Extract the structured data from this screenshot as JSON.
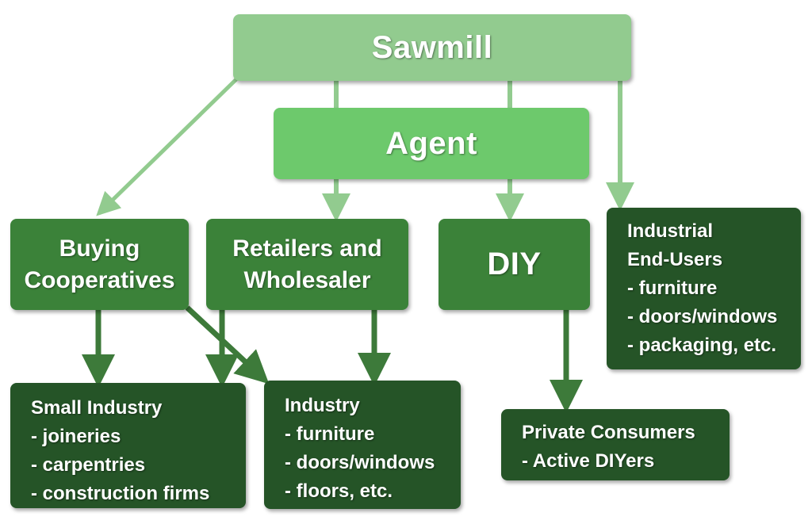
{
  "nodes": {
    "sawmill": {
      "title": "Sawmill"
    },
    "agent": {
      "title": "Agent"
    },
    "buying": {
      "line1": "Buying",
      "line2": "Cooperatives"
    },
    "retail": {
      "line1": "Retailers and",
      "line2": "Wholesaler"
    },
    "diy": {
      "title": "DIY"
    },
    "industrial": {
      "lines": [
        "Industrial",
        "End-Users",
        "- furniture",
        "- doors/windows",
        "- packaging, etc."
      ]
    },
    "small_industry": {
      "lines": [
        "Small Industry",
        "- joineries",
        "- carpentries",
        "- construction firms"
      ]
    },
    "industry": {
      "lines": [
        "Industry",
        "- furniture",
        "- doors/windows",
        "- floors, etc."
      ]
    },
    "private_consumers": {
      "lines": [
        "Private Consumers",
        "- Active DIYers"
      ]
    }
  },
  "colors": {
    "light_arrow": "#92cb8f",
    "dark_arrow": "#3d7a3a"
  }
}
